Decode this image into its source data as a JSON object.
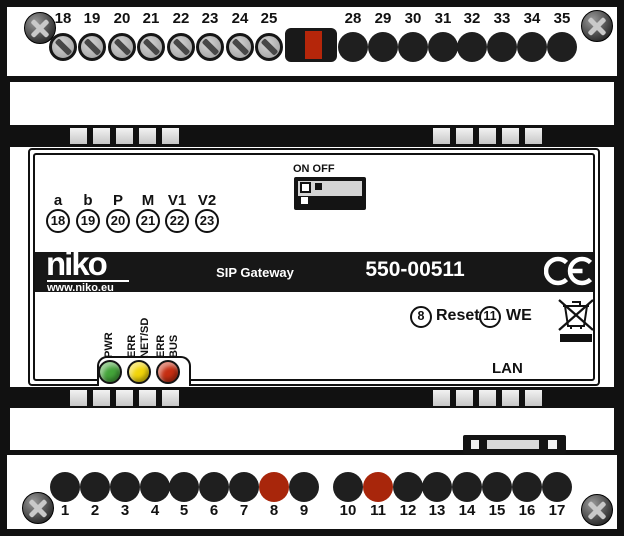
{
  "device": {
    "brand": "niko",
    "website": "www.niko.eu",
    "product_name": "SIP Gateway",
    "product_code": "550-00511",
    "certification": "CE",
    "lan_label": "LAN"
  },
  "dip_switch": {
    "label": "ON OFF"
  },
  "callouts": {
    "reset": {
      "ref": "8",
      "label": "Reset"
    },
    "we": {
      "ref": "11",
      "label": "WE"
    }
  },
  "top_terminals_left": [
    "18",
    "19",
    "20",
    "21",
    "22",
    "23",
    "24",
    "25"
  ],
  "top_terminals_right": [
    "28",
    "29",
    "30",
    "31",
    "32",
    "33",
    "34",
    "35"
  ],
  "face_terminals": [
    {
      "label": "a",
      "ref": "18"
    },
    {
      "label": "b",
      "ref": "19"
    },
    {
      "label": "P",
      "ref": "20"
    },
    {
      "label": "M",
      "ref": "21"
    },
    {
      "label": "V1",
      "ref": "22"
    },
    {
      "label": "V2",
      "ref": "23"
    }
  ],
  "leds": [
    {
      "label": "PWR",
      "color": "#44a43a"
    },
    {
      "label": "ERR\nNET/SD",
      "color": "#f2d50a"
    },
    {
      "label": "ERR\nBUS",
      "color": "#c62e12"
    }
  ],
  "bottom_terminals": [
    {
      "num": "1",
      "color": "#1f1f1f"
    },
    {
      "num": "2",
      "color": "#1f1f1f"
    },
    {
      "num": "3",
      "color": "#1f1f1f"
    },
    {
      "num": "4",
      "color": "#1f1f1f"
    },
    {
      "num": "5",
      "color": "#1f1f1f"
    },
    {
      "num": "6",
      "color": "#1f1f1f"
    },
    {
      "num": "7",
      "color": "#1f1f1f"
    },
    {
      "num": "8",
      "color": "#a8260b"
    },
    {
      "num": "9",
      "color": "#1f1f1f"
    },
    {
      "num": "10",
      "color": "#1f1f1f"
    },
    {
      "num": "11",
      "color": "#a8260b"
    },
    {
      "num": "12",
      "color": "#1f1f1f"
    },
    {
      "num": "13",
      "color": "#1f1f1f"
    },
    {
      "num": "14",
      "color": "#1f1f1f"
    },
    {
      "num": "15",
      "color": "#1f1f1f"
    },
    {
      "num": "16",
      "color": "#1f1f1f"
    },
    {
      "num": "17",
      "color": "#1f1f1f"
    }
  ],
  "colors": {
    "frame_black": "#111111",
    "band_black": "#171717",
    "connector_red": "#b5260a",
    "terminal_red": "#a8260b",
    "terminal_black": "#1f1f1f"
  }
}
